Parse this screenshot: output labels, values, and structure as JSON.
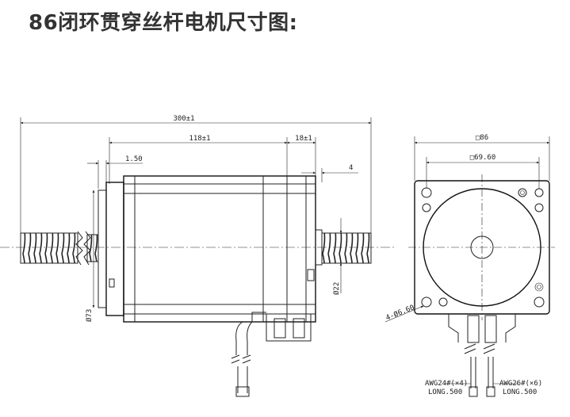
{
  "title": "86闭环贯穿丝杆电机尺寸图:",
  "side_view": {
    "dim_overall": "300±1",
    "dim_body": "118±1",
    "dim_rear": "18±1",
    "dim_flange": "1.50",
    "dim_gap": "4",
    "dim_pilot": "Ø73",
    "dim_shaft": "Ø22"
  },
  "front_view": {
    "dim_outer": "□86",
    "dim_holes": "□69.60",
    "dim_mount": "4-Ø6.60",
    "wire_left_label": "AWG24#(×4)",
    "wire_left_length": "LONG.500",
    "wire_right_label": "AWG26#(×6)",
    "wire_right_length": "LONG.500"
  },
  "colors": {
    "line": "#222222",
    "title": "#333333"
  }
}
